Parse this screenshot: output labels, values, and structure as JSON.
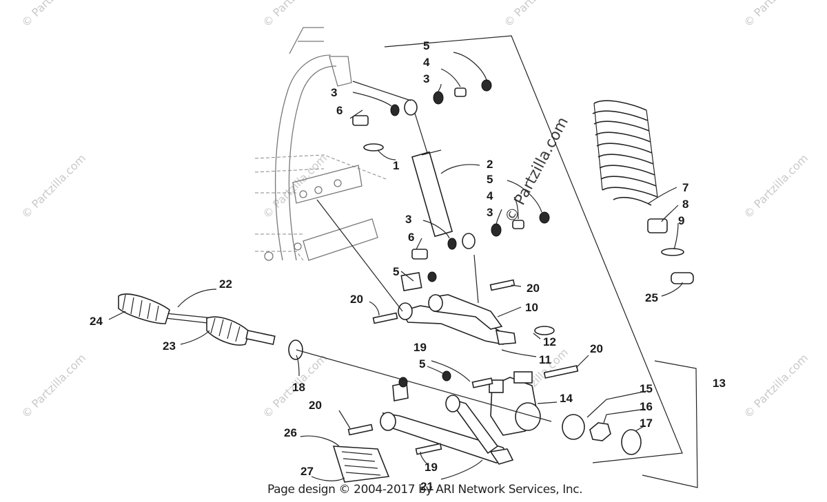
{
  "footer": "Page design © 2004-2017 by ARI Network Services, Inc.",
  "watermarks": {
    "text": "© Partzilla.com",
    "center_text": "© Partzilla.com"
  },
  "callouts": [
    {
      "id": "5",
      "text": "5"
    },
    {
      "id": "4",
      "text": "4"
    },
    {
      "id": "3",
      "text": "3"
    },
    {
      "id": "3",
      "text": "3"
    },
    {
      "id": "6",
      "text": "6"
    },
    {
      "id": "1",
      "text": "1"
    },
    {
      "id": "2",
      "text": "2"
    },
    {
      "id": "5",
      "text": "5"
    },
    {
      "id": "4",
      "text": "4"
    },
    {
      "id": "3",
      "text": "3"
    },
    {
      "id": "3",
      "text": "3"
    },
    {
      "id": "6",
      "text": "6"
    },
    {
      "id": "5",
      "text": "5"
    },
    {
      "id": "20",
      "text": "20"
    },
    {
      "id": "20",
      "text": "20"
    },
    {
      "id": "10",
      "text": "10"
    },
    {
      "id": "12",
      "text": "12"
    },
    {
      "id": "11",
      "text": "11"
    },
    {
      "id": "22",
      "text": "22"
    },
    {
      "id": "24",
      "text": "24"
    },
    {
      "id": "23",
      "text": "23"
    },
    {
      "id": "18",
      "text": "18"
    },
    {
      "id": "19",
      "text": "19"
    },
    {
      "id": "5",
      "text": "5"
    },
    {
      "id": "20",
      "text": "20"
    },
    {
      "id": "20",
      "text": "20"
    },
    {
      "id": "13",
      "text": "13"
    },
    {
      "id": "14",
      "text": "14"
    },
    {
      "id": "15",
      "text": "15"
    },
    {
      "id": "16",
      "text": "16"
    },
    {
      "id": "17",
      "text": "17"
    },
    {
      "id": "26",
      "text": "26"
    },
    {
      "id": "19",
      "text": "19"
    },
    {
      "id": "27",
      "text": "27"
    },
    {
      "id": "21",
      "text": "21"
    },
    {
      "id": "7",
      "text": "7"
    },
    {
      "id": "8",
      "text": "8"
    },
    {
      "id": "9",
      "text": "9"
    },
    {
      "id": "25",
      "text": "25"
    }
  ]
}
